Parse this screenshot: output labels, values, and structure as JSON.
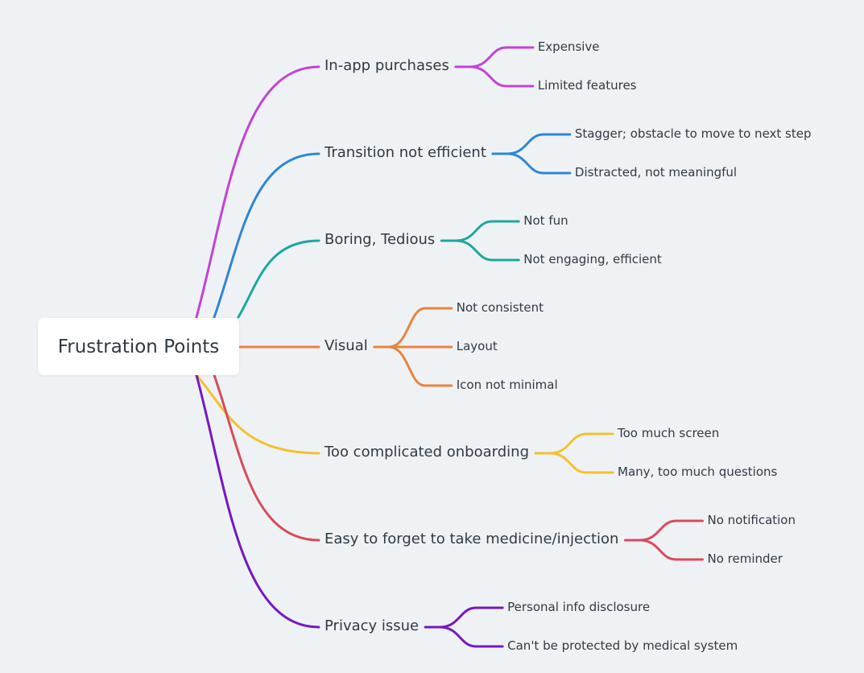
{
  "root": {
    "label": "Frustration Points"
  },
  "branches": [
    {
      "label": "In-app purchases",
      "color": "#c044d6",
      "children": [
        "Expensive",
        "Limited features"
      ]
    },
    {
      "label": "Transition not efficient",
      "color": "#2f86d8",
      "children": [
        "Stagger; obstacle to move to next step",
        "Distracted, not meaningful"
      ]
    },
    {
      "label": "Boring, Tedious",
      "color": "#1ea89a",
      "children": [
        "Not fun",
        "Not engaging, efficient"
      ]
    },
    {
      "label": "Visual",
      "color": "#e8843d",
      "children": [
        "Not consistent",
        "Layout",
        "Icon not minimal"
      ]
    },
    {
      "label": "Too complicated onboarding",
      "color": "#f2c12e",
      "children": [
        "Too much screen",
        "Many, too much questions"
      ]
    },
    {
      "label": "Easy to forget to take medicine/injection",
      "color": "#d94b5c",
      "children": [
        "No notification",
        "No reminder"
      ]
    },
    {
      "label": "Privacy issue",
      "color": "#7618c4",
      "children": [
        "Personal info disclosure",
        "Can't be protected by medical system"
      ]
    }
  ]
}
